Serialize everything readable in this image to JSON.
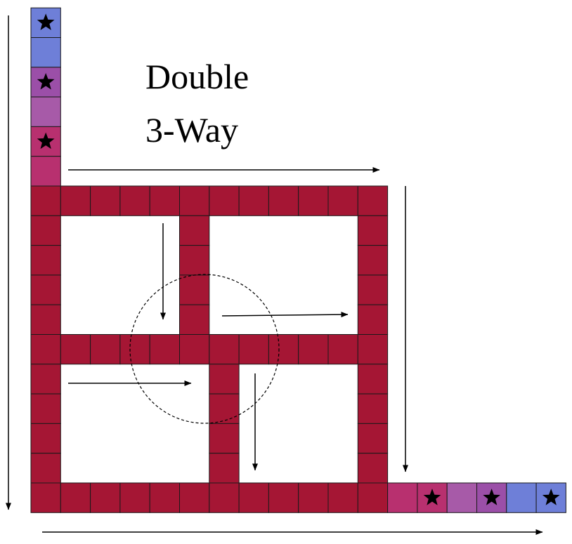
{
  "title": {
    "line1": "Double",
    "line2": "3-Way"
  },
  "colors": {
    "tile": "#a51634",
    "tile_stroke": "#1a1a1a",
    "gradient_top_to_bottom": [
      "#6e7fd8",
      "#6e7fd8",
      "#9b4fa8",
      "#a75aa8",
      "#b8306f",
      "#b8306f"
    ],
    "gradient_left_to_right": [
      "#b8306f",
      "#b8306f",
      "#a75aa8",
      "#9b4fa8",
      "#6e7fd8",
      "#6e7fd8"
    ],
    "star": "#000000",
    "arrow": "#000000",
    "circle": "#000000"
  },
  "icons": {
    "star": "star-icon",
    "arrow": "arrow-icon"
  },
  "grid": {
    "cols": 12,
    "rows": 11,
    "filled_rows": [
      0,
      5,
      10
    ],
    "filled_cols": [
      0,
      11
    ],
    "upper_divider_col": 5,
    "lower_divider_col": 6
  },
  "vertical_strip": {
    "count": 6,
    "stars": [
      true,
      false,
      true,
      false,
      true,
      false
    ]
  },
  "horizontal_strip": {
    "count": 6,
    "stars": [
      false,
      true,
      false,
      true,
      false,
      true
    ]
  }
}
